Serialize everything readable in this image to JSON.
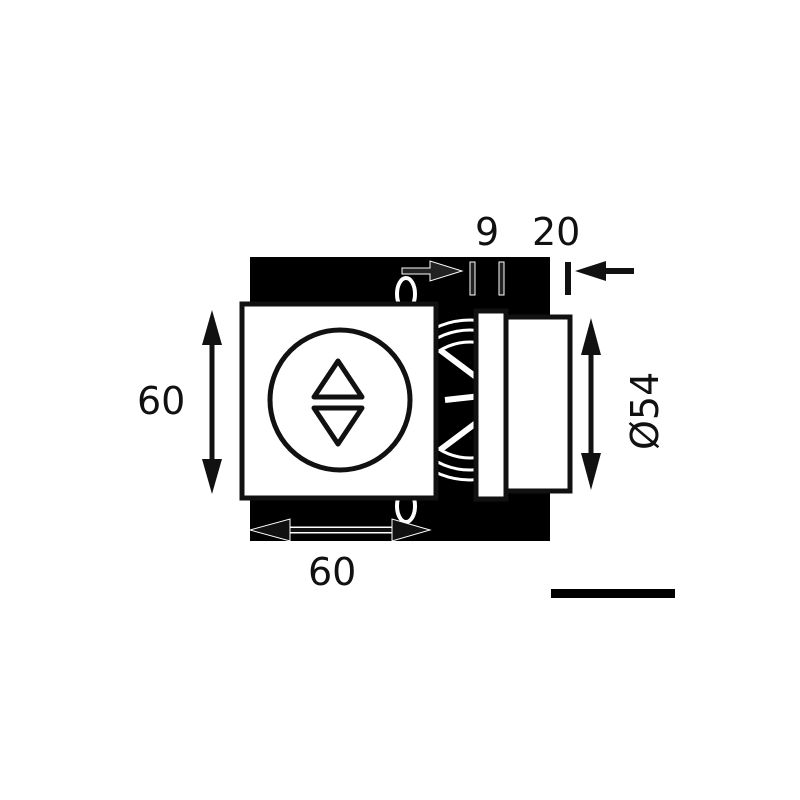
{
  "drawing": {
    "title": "Rocker switch technical dimension drawing",
    "colors": {
      "background": "#ffffff",
      "ink": "#111111",
      "backdrop": "#000000",
      "fill": "#ffffff"
    },
    "dimensions": {
      "front_height": "60",
      "front_width": "60",
      "flange_thickness": "9",
      "depth": "20",
      "body_diameter": "Ø54"
    },
    "symbol": "up-down-arrows",
    "scale_bar": true
  }
}
